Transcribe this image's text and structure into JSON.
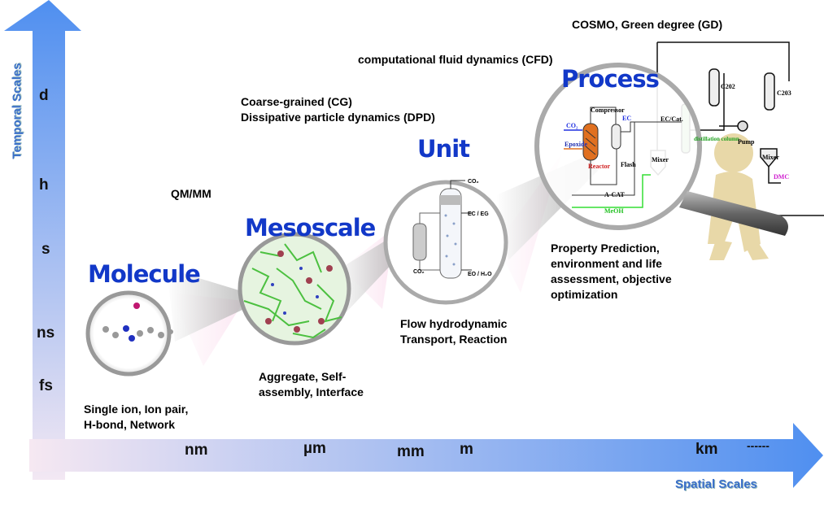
{
  "axes": {
    "temporal_label": "Temporal Scales",
    "spatial_label": "Spatial Scales",
    "temporal_ticks": [
      "d",
      "h",
      "s",
      "ns",
      "fs"
    ],
    "spatial_ticks": [
      "nm",
      "µm",
      "mm",
      "m",
      "km",
      "------"
    ]
  },
  "methods": {
    "cosmo": "COSMO, Green degree (GD)",
    "cfd": "computational fluid dynamics (CFD)",
    "cg": "Coarse-grained (CG)",
    "dpd": "Dissipative particle dynamics (DPD)",
    "qmmm": "QM/MM"
  },
  "scales": {
    "molecule": {
      "title": "Molecule",
      "caption": [
        "Single ion,   Ion pair,",
        "H-bond,   Network"
      ]
    },
    "mesoscale": {
      "title": "Mesoscale",
      "caption": [
        "Aggregate, Self-",
        "assembly, Interface"
      ]
    },
    "unit": {
      "title": "Unit",
      "caption": [
        "Flow hydrodynamic",
        "Transport, Reaction"
      ],
      "labels": {
        "co2_top": "CO₂",
        "ec_eg": "EC / EG",
        "co2_in": "CO₂",
        "eo_h2o": "EO / H₂O"
      }
    },
    "process": {
      "title": "Process",
      "caption": [
        "Property Prediction,",
        "environment and life",
        "assessment, objective",
        "optimization"
      ],
      "labels": {
        "compressor": "Compressor",
        "co2": "CO₂",
        "ec": "EC",
        "epoxide": "Epoxide",
        "reactor": "Reactor",
        "flash": "Flash",
        "acat": "A-CAT",
        "eccat": "EC/Cat.",
        "mixer1": "Mixer",
        "distillation": "distillation column",
        "c202": "C202",
        "c203": "C203",
        "pump": "Pump",
        "mixer2": "Mixer",
        "dmc": "DMC",
        "meoh": "MeOH"
      }
    }
  },
  "colors": {
    "axis_blue": "#4f8ff0",
    "title_blue": "#1238c8",
    "label_blue": "#3a6fc9"
  }
}
